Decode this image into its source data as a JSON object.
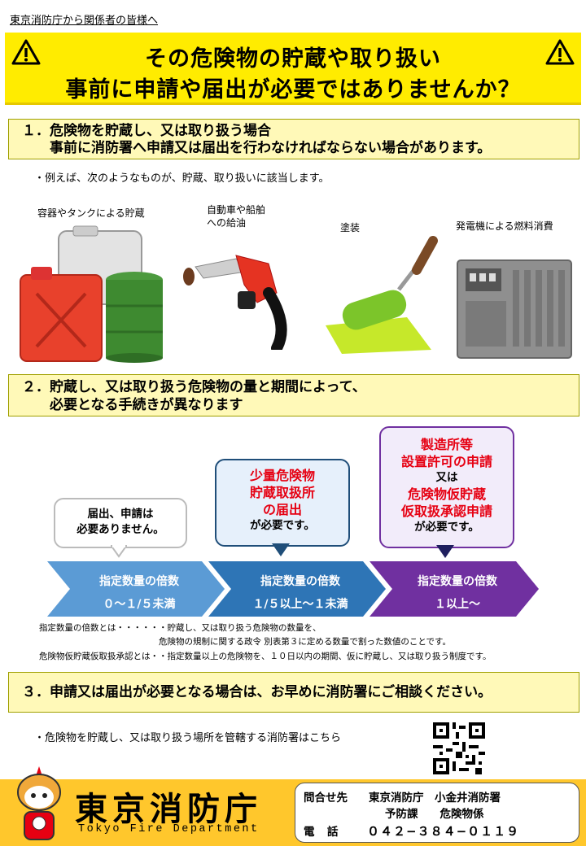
{
  "top_note": "東京消防庁から関係者の皆様へ",
  "headline": {
    "line1": "その危険物の貯蔵や取り扱い",
    "line2": "事前に申請や届出が必要ではありませんか？"
  },
  "section1": {
    "title_line1": "１．危険物を貯蔵し、又は取り扱う場合",
    "title_line2": "　　事前に消防署へ申請又は届出を行わなければならない場合があります。",
    "example_note": "・例えば、次のようなものが、貯蔵、取り扱いに該当します。",
    "illustrations": [
      {
        "label": "容器やタンクによる貯蔵"
      },
      {
        "label": "自動車や船舶への給油"
      },
      {
        "label": "塗装"
      },
      {
        "label": "発電機による燃料消費"
      }
    ]
  },
  "section2": {
    "title_line1": "２．貯蔵し、又は取り扱う危険物の量と期間によって、",
    "title_line2": "　　必要となる手続きが異なります",
    "bubbles": [
      {
        "line1": "届出、申請は",
        "line2": "必要ありません。"
      },
      {
        "red1": "少量危険物",
        "red2": "貯蔵取扱所",
        "red3": "の届出",
        "tail": "が必要です。"
      },
      {
        "red1": "製造所等",
        "red2": "設置許可の申請",
        "mid": "又は",
        "red3": "危険物仮貯蔵",
        "red4": "仮取扱承認申請",
        "tail": "が必要です。"
      }
    ],
    "arrows": [
      {
        "title": "指定数量の倍数",
        "range": "０～１/５未満",
        "color": "#5b9bd5"
      },
      {
        "title": "指定数量の倍数",
        "range": "１/５以上～１未満",
        "color": "#2e75b6"
      },
      {
        "title": "指定数量の倍数",
        "range": "１以上～",
        "color": "#7030a0"
      }
    ],
    "note1": "指定数量の倍数とは・・・・・・貯蔵し、又は取り扱う危険物の数量を、",
    "note2": "　　　　　　　　　　　　　　危険物の規制に関する政令 別表第３に定める数量で割った数値のことです。",
    "note3": "危険物仮貯蔵仮取扱承認とは・・指定数量以上の危険物を、１０日以内の期間、仮に貯蔵し、又は取り扱う制度です。"
  },
  "section3": {
    "title": "３．申請又は届出が必要となる場合は、お早めに消防署にご相談ください。",
    "note": "・危険物を貯蔵し、又は取り扱う場所を管轄する消防署はこちら"
  },
  "footer": {
    "logo_jp": "東京消防庁",
    "logo_en": "Tokyo Fire Department",
    "contact_label": "問合せ先",
    "contact_org": "東京消防庁　小金井消防署",
    "contact_dept": "予防課　　危険物係",
    "phone_label": "電　話",
    "phone": "０４２−３８４−０１１９"
  },
  "colors": {
    "yellow": "#ffec00",
    "section_bg": "#fff9b8",
    "red": "#e60012",
    "footer": "#ffc72c"
  }
}
